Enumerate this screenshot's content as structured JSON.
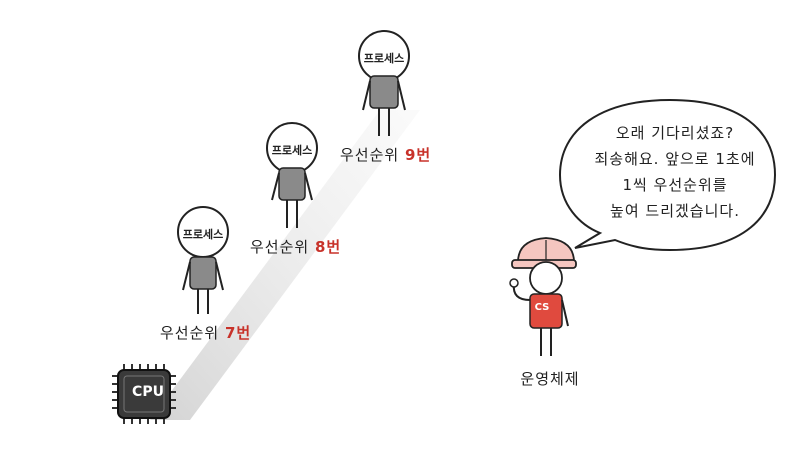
{
  "processes": [
    {
      "head": "프로세스",
      "priority_label": "우선순위",
      "priority_num": "7번"
    },
    {
      "head": "프로세스",
      "priority_label": "우선순위",
      "priority_num": "8번"
    },
    {
      "head": "프로세스",
      "priority_label": "우선순위",
      "priority_num": "9번"
    }
  ],
  "cpu": {
    "label": "CPU"
  },
  "os": {
    "name": "운영체제",
    "badge": "CS"
  },
  "speech": {
    "lines": [
      "오래 기다리셨죠?",
      "죄송해요. 앞으로 1초에",
      "1씩 우선순위를",
      "높여 드리겠습니다."
    ]
  },
  "colors": {
    "accent_red": "#c8322a",
    "body_gray": "#8a8a8a",
    "helmet": "#f5c6c0",
    "cpu": "#3a3a3a"
  }
}
